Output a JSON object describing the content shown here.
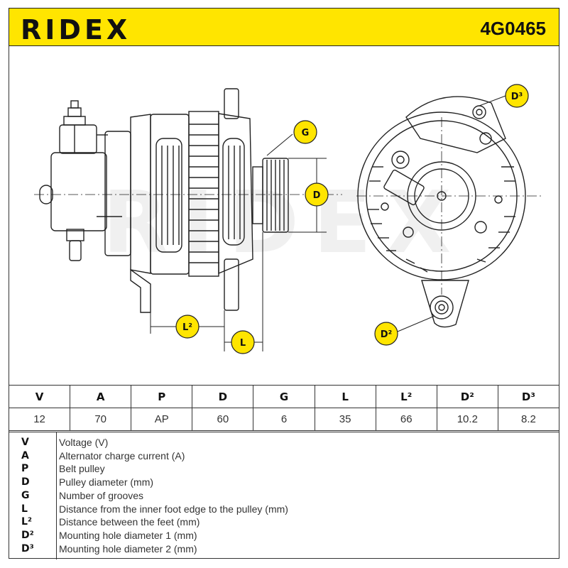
{
  "header": {
    "brand": "RIDEX",
    "part_number": "4G0465"
  },
  "watermark": "RIDEX",
  "dimension_labels": {
    "g": "G",
    "d": "D",
    "l2": "L²",
    "l": "L",
    "d2": "D²",
    "d3": "D³"
  },
  "specs": {
    "headers": [
      "V",
      "A",
      "P",
      "D",
      "G",
      "L",
      "L²",
      "D²",
      "D³"
    ],
    "values": [
      "12",
      "70",
      "AP",
      "60",
      "6",
      "35",
      "66",
      "10.2",
      "8.2"
    ]
  },
  "legend": [
    {
      "symbol": "V",
      "text": "Voltage (V)"
    },
    {
      "symbol": "A",
      "text": "Alternator charge current (A)"
    },
    {
      "symbol": "P",
      "text": "Belt pulley"
    },
    {
      "symbol": "D",
      "text": "Pulley diameter (mm)"
    },
    {
      "symbol": "G",
      "text": "Number of grooves"
    },
    {
      "symbol": "L",
      "text": "Distance from the inner foot edge to the pulley (mm)"
    },
    {
      "symbol": "L²",
      "text": "Distance between the feet (mm)"
    },
    {
      "symbol": "D²",
      "text": "Mounting hole diameter 1 (mm)"
    },
    {
      "symbol": "D³",
      "text": "Mounting hole diameter 2 (mm)"
    }
  ],
  "colors": {
    "accent": "#ffe500",
    "line": "#222222"
  }
}
